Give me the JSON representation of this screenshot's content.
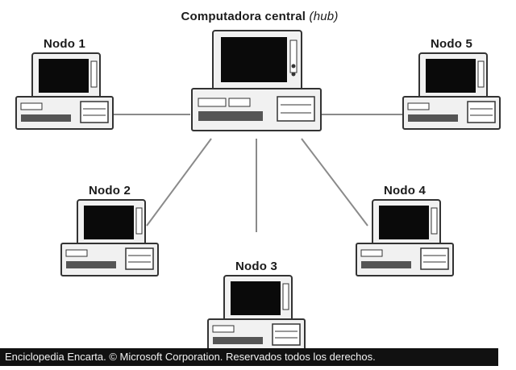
{
  "hub": {
    "label": "Computadora central",
    "label_suffix": "(hub)"
  },
  "nodes": [
    {
      "label": "Nodo 1"
    },
    {
      "label": "Nodo 2"
    },
    {
      "label": "Nodo 3"
    },
    {
      "label": "Nodo 4"
    },
    {
      "label": "Nodo 5"
    }
  ],
  "caption": "Enciclopedia Encarta. © Microsoft Corporation. Reservados todos los derechos.",
  "colors": {
    "line": "#777777",
    "outline": "#333333",
    "screen": "#0a0a0a",
    "body": "#f1f1f1",
    "caption_bg": "#111111"
  }
}
